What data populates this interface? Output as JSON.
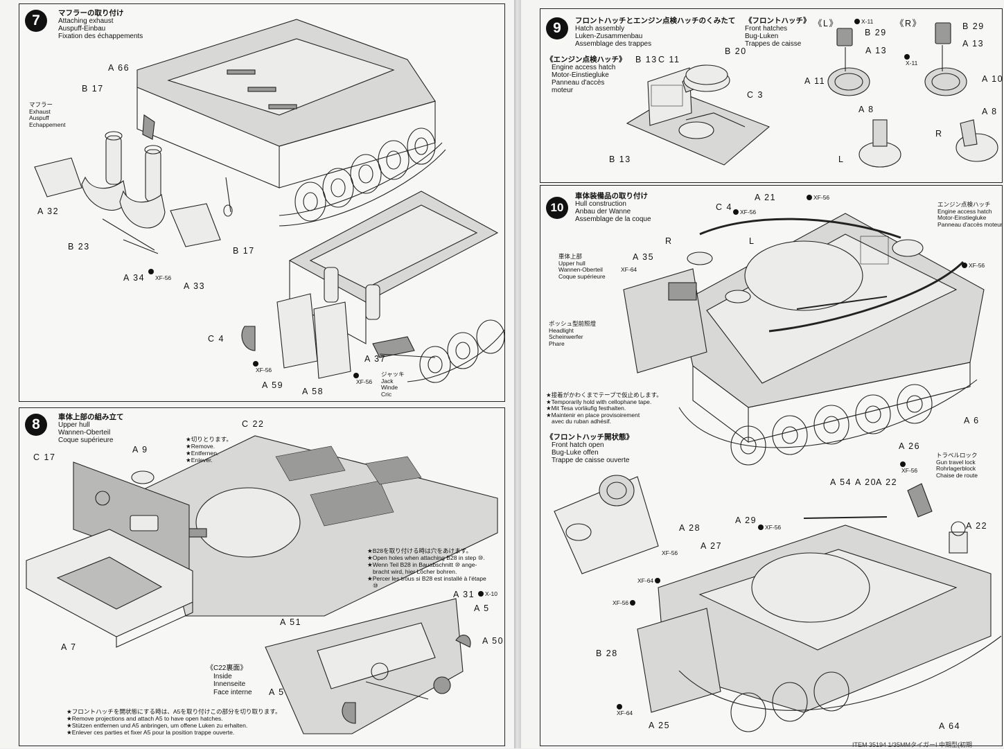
{
  "step7": {
    "number": "7",
    "title_jp": "マフラーの取り付け",
    "title_en": "Attaching exhaust",
    "title_de": "Auspuff-Einbau",
    "title_fr": "Fixation des échappements",
    "exhaust_jp": "マフラー",
    "exhaust_en": "Exhaust",
    "exhaust_de": "Auspuff",
    "exhaust_fr": "Echappement",
    "jack_jp": "ジャッキ",
    "jack_en": "Jack",
    "jack_de": "Winde",
    "jack_fr": "Cric",
    "parts": {
      "a66": "A 66",
      "b17a": "B 17",
      "a32": "A 32",
      "b23": "B 23",
      "a34": "A 34",
      "a33": "A 33",
      "b17b": "B 17",
      "c4": "C 4",
      "a59": "A 59",
      "a58": "A 58",
      "a37": "A 37"
    },
    "paint": "XF-56"
  },
  "step8": {
    "number": "8",
    "title_jp": "車体上部の組み立て",
    "title_en": "Upper hull",
    "title_de": "Wannen-Oberteil",
    "title_fr": "Coque supérieure",
    "remove_jp": "★切りとります。",
    "remove_en": "★Remove.",
    "remove_de": "★Entfernen.",
    "remove_fr": "★Enlever.",
    "holes_jp": "★B28を取り付ける時は穴をあけます。",
    "holes_en": "★Open holes when attaching B28 in step ⑩.",
    "holes_de1": "★Wenn Teil B28 in Bauabschnitt ⑩ ange-",
    "holes_de2": "bracht wird, hier Löcher bohren.",
    "holes_fr1": "★Percer les trous si B28 est installé à l'étape",
    "holes_fr2": "⑩",
    "inside_jp": "《C22裏面》",
    "inside_en": "Inside",
    "inside_de": "Innenseite",
    "inside_fr": "Face interne",
    "open_jp": "★フロントハッチを開状態にする時は、A5を取り付けこの部分を切り取ります。",
    "open_en": "★Remove projections and attach A5 to have open hatches.",
    "open_de": "★Stützen entfernen und A5 anbringen, um offene Luken zu erhalten.",
    "open_fr": "★Enlever ces parties et fixer A5 pour la position trappe ouverte.",
    "parts": {
      "c22": "C 22",
      "c17": "C 17",
      "a9": "A 9",
      "a7": "A 7",
      "a31": "A 31",
      "x10": "X-10",
      "a5a": "A 5",
      "a51": "A 51",
      "a50": "A 50",
      "a5b": "A 5"
    }
  },
  "step9": {
    "number": "9",
    "title_jp": "フロントハッチとエンジン点検ハッチのくみたて",
    "title_en": "Hatch assembly",
    "title_de": "Luken-Zusammenbau",
    "title_fr": "Assemblage des trappes",
    "front_jp": "《フロントハッチ》",
    "front_en": "Front hatches",
    "front_de": "Bug-Luken",
    "front_fr": "Trappes de caisse",
    "engine_jp": "《エンジン点検ハッチ》",
    "engine_en": "Engine access hatch",
    "engine_de": "Motor-Einstiegluke",
    "engine_fr1": "Panneau d'accès",
    "engine_fr2": "moteur",
    "side_l": "《L》",
    "side_r": "《R》",
    "x11": "X-11",
    "l": "L",
    "r": "R",
    "parts": {
      "b13a": "B 13",
      "c11": "C 11",
      "b20": "B 20",
      "c3": "C 3",
      "b13b": "B 13",
      "b29a": "B 29",
      "a13a": "A 13",
      "a11": "A 11",
      "b29b": "B 29",
      "a13b": "A 13",
      "a10": "A 10",
      "a8a": "A 8",
      "a8b": "A 8"
    }
  },
  "step10": {
    "number": "10",
    "title_jp": "車体装備品の取り付け",
    "title_en": "Hull construction",
    "title_de": "Anbau der Wanne",
    "title_fr": "Assemblage de la coque",
    "upper_jp": "車体上部",
    "upper_en": "Upper hull",
    "upper_de": "Wannen-Oberteil",
    "upper_fr": "Coque supérieure",
    "light_jp": "ボッシュ型前照燈",
    "light_en": "Headlight",
    "light_de": "Scheinwerfer",
    "light_fr": "Phare",
    "engine_jp": "エンジン点検ハッチ",
    "engine_en": "Engine access hatch",
    "engine_de": "Motor-Einstiegluke",
    "engine_fr": "Panneau d'accès moteur",
    "tape_jp": "★接着がかわくまでテープで仮止めします。",
    "tape_en": "★Temporarily hold with cellophane tape.",
    "tape_de": "★Mit Tesa vorläufig festhalten.",
    "tape_fr1": "★Maintenir en place provisoirement",
    "tape_fr2": "avec du ruban adhésif.",
    "open_jp": "《フロントハッチ開状態》",
    "open_en": "Front hatch open",
    "open_de": "Bug-Luke offen",
    "open_fr": "Trappe de caisse ouverte",
    "lock_jp": "トラベルロック",
    "lock_en": "Gun travel lock",
    "lock_de": "Rohrlagerblock",
    "lock_fr": "Chaise de route",
    "r": "R",
    "l": "L",
    "parts": {
      "a21": "A 21",
      "c4": "C 4",
      "a35": "A 35",
      "a6": "A 6",
      "a26": "A 26",
      "a54": "A 54",
      "a20": "A 20",
      "a22a": "A 22",
      "a22b": "A 22",
      "a29": "A 29",
      "a28": "A 28",
      "a27": "A 27",
      "b28": "B 28",
      "a25": "A 25",
      "a64": "A 64"
    },
    "paint56": "XF-56",
    "paint64": "XF-64"
  },
  "footer": "ITEM 35194 1/35MMタイガーI 中期型(初期"
}
